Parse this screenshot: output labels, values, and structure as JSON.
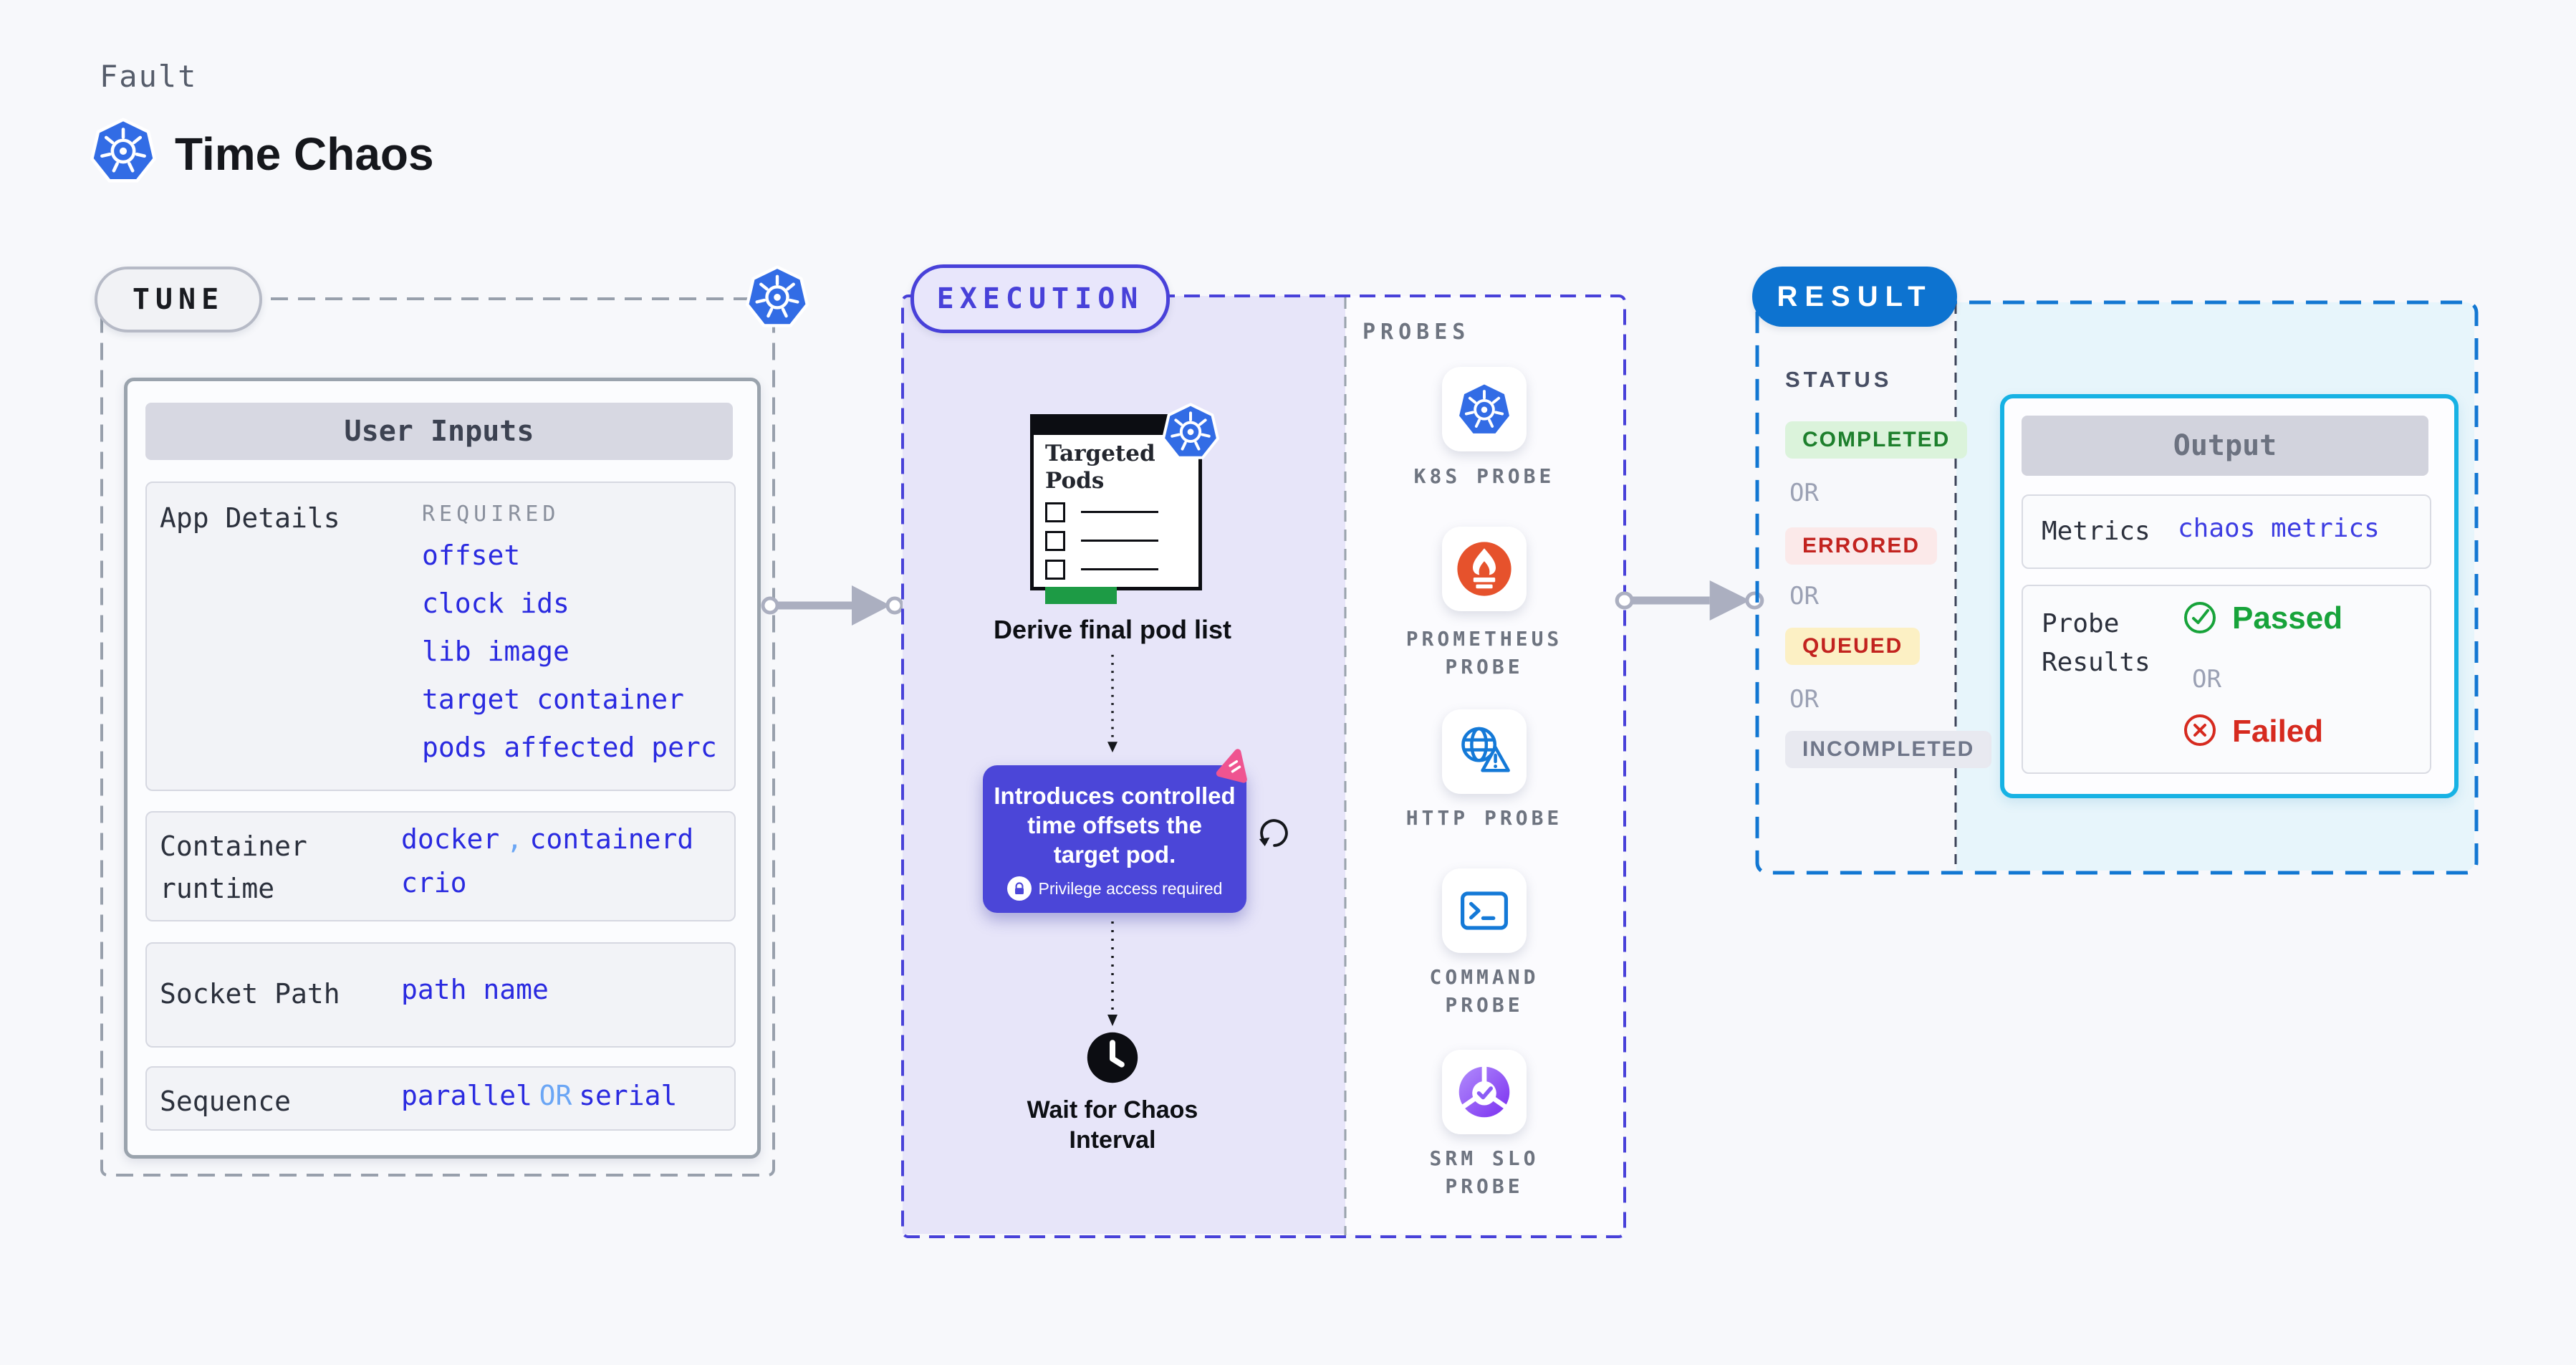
{
  "header": {
    "eyebrow": "Fault",
    "title": "Time Chaos"
  },
  "tune": {
    "badge": "TUNE",
    "panel_title": "User Inputs",
    "app": {
      "label": "App Details",
      "tag": "REQUIRED",
      "links": [
        "offset",
        "clock ids",
        "lib image",
        "target container",
        "pods affected perc"
      ]
    },
    "runtime": {
      "label": "Container runtime",
      "value1": "docker",
      "comma": ",",
      "value2": "containerd",
      "value3": "crio"
    },
    "socket": {
      "label": "Socket Path",
      "value": "path name"
    },
    "sequence": {
      "label": "Sequence",
      "option_a": "parallel",
      "or": "OR",
      "option_b": "serial"
    }
  },
  "execution": {
    "badge": "EXECUTION",
    "card_title": "Targeted Pods",
    "derive_label": "Derive final pod list",
    "tooltip": {
      "line1": "Introduces controlled",
      "line2": "time offsets the",
      "line3": "target pod.",
      "note": "Privilege access required"
    },
    "wait_label": "Wait for Chaos Interval"
  },
  "probes": {
    "title": "PROBES",
    "items": [
      {
        "label": "K8S PROBE",
        "icon": "kubernetes-icon"
      },
      {
        "label": "PROMETHEUS PROBE",
        "icon": "prometheus-icon"
      },
      {
        "label": "HTTP PROBE",
        "icon": "globe-warning-icon"
      },
      {
        "label": "COMMAND PROBE",
        "icon": "terminal-icon"
      },
      {
        "label": "SRM SLO PROBE",
        "icon": "slo-pie-check-icon"
      }
    ]
  },
  "result": {
    "badge": "RESULT",
    "status_title": "STATUS",
    "statuses": [
      "COMPLETED",
      "ERRORED",
      "QUEUED",
      "INCOMPLETED"
    ],
    "or": "OR",
    "output": {
      "title": "Output",
      "metrics_label": "Metrics",
      "metrics_value": "chaos metrics",
      "probe_results_label": "Probe Results",
      "passed": "Passed",
      "or": "OR",
      "failed": "Failed"
    }
  },
  "colors": {
    "kubernetes_blue": "#326ce5",
    "indigo_accent": "#4b46d8",
    "link_blue": "#2a2ae0",
    "light_blue": "#6ba6f5",
    "result_blue": "#0d73d0",
    "output_cyan": "#17b2e4",
    "passed_green": "#17a33a",
    "failed_red": "#d62a1f",
    "prometheus_orange": "#e6522c",
    "probe_icon_blue": "#1479d7",
    "pink_accent": "#ef5490",
    "srm_purple": "#7c3aed",
    "completed_chip_bg": "#dbf3db",
    "errored_chip_bg": "#fbe9e9",
    "queued_chip_bg": "#fcf0c4",
    "incompleted_chip_bg": "#e8e9f0"
  }
}
